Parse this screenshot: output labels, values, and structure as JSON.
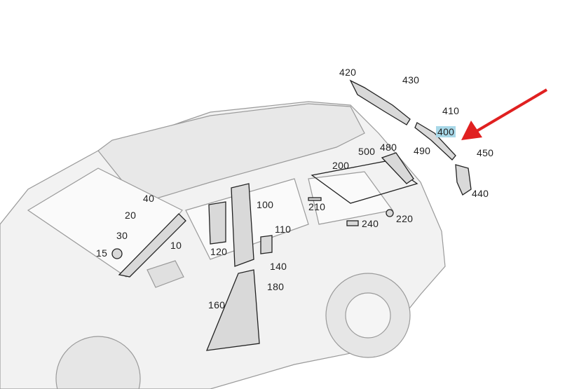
{
  "highlight_color": "#a8d8e8",
  "arrow_color": "#e02020",
  "parts": {
    "p420": "420",
    "p430": "430",
    "p410": "410",
    "p400": "400",
    "p450": "450",
    "p440": "440",
    "p500": "500",
    "p480": "480",
    "p490": "490",
    "p200": "200",
    "p210": "210",
    "p220": "220",
    "p240": "240",
    "p40": "40",
    "p20": "20",
    "p30": "30",
    "p15": "15",
    "p10": "10",
    "p100": "100",
    "p110": "110",
    "p120": "120",
    "p140": "140",
    "p160": "160",
    "p180": "180"
  }
}
